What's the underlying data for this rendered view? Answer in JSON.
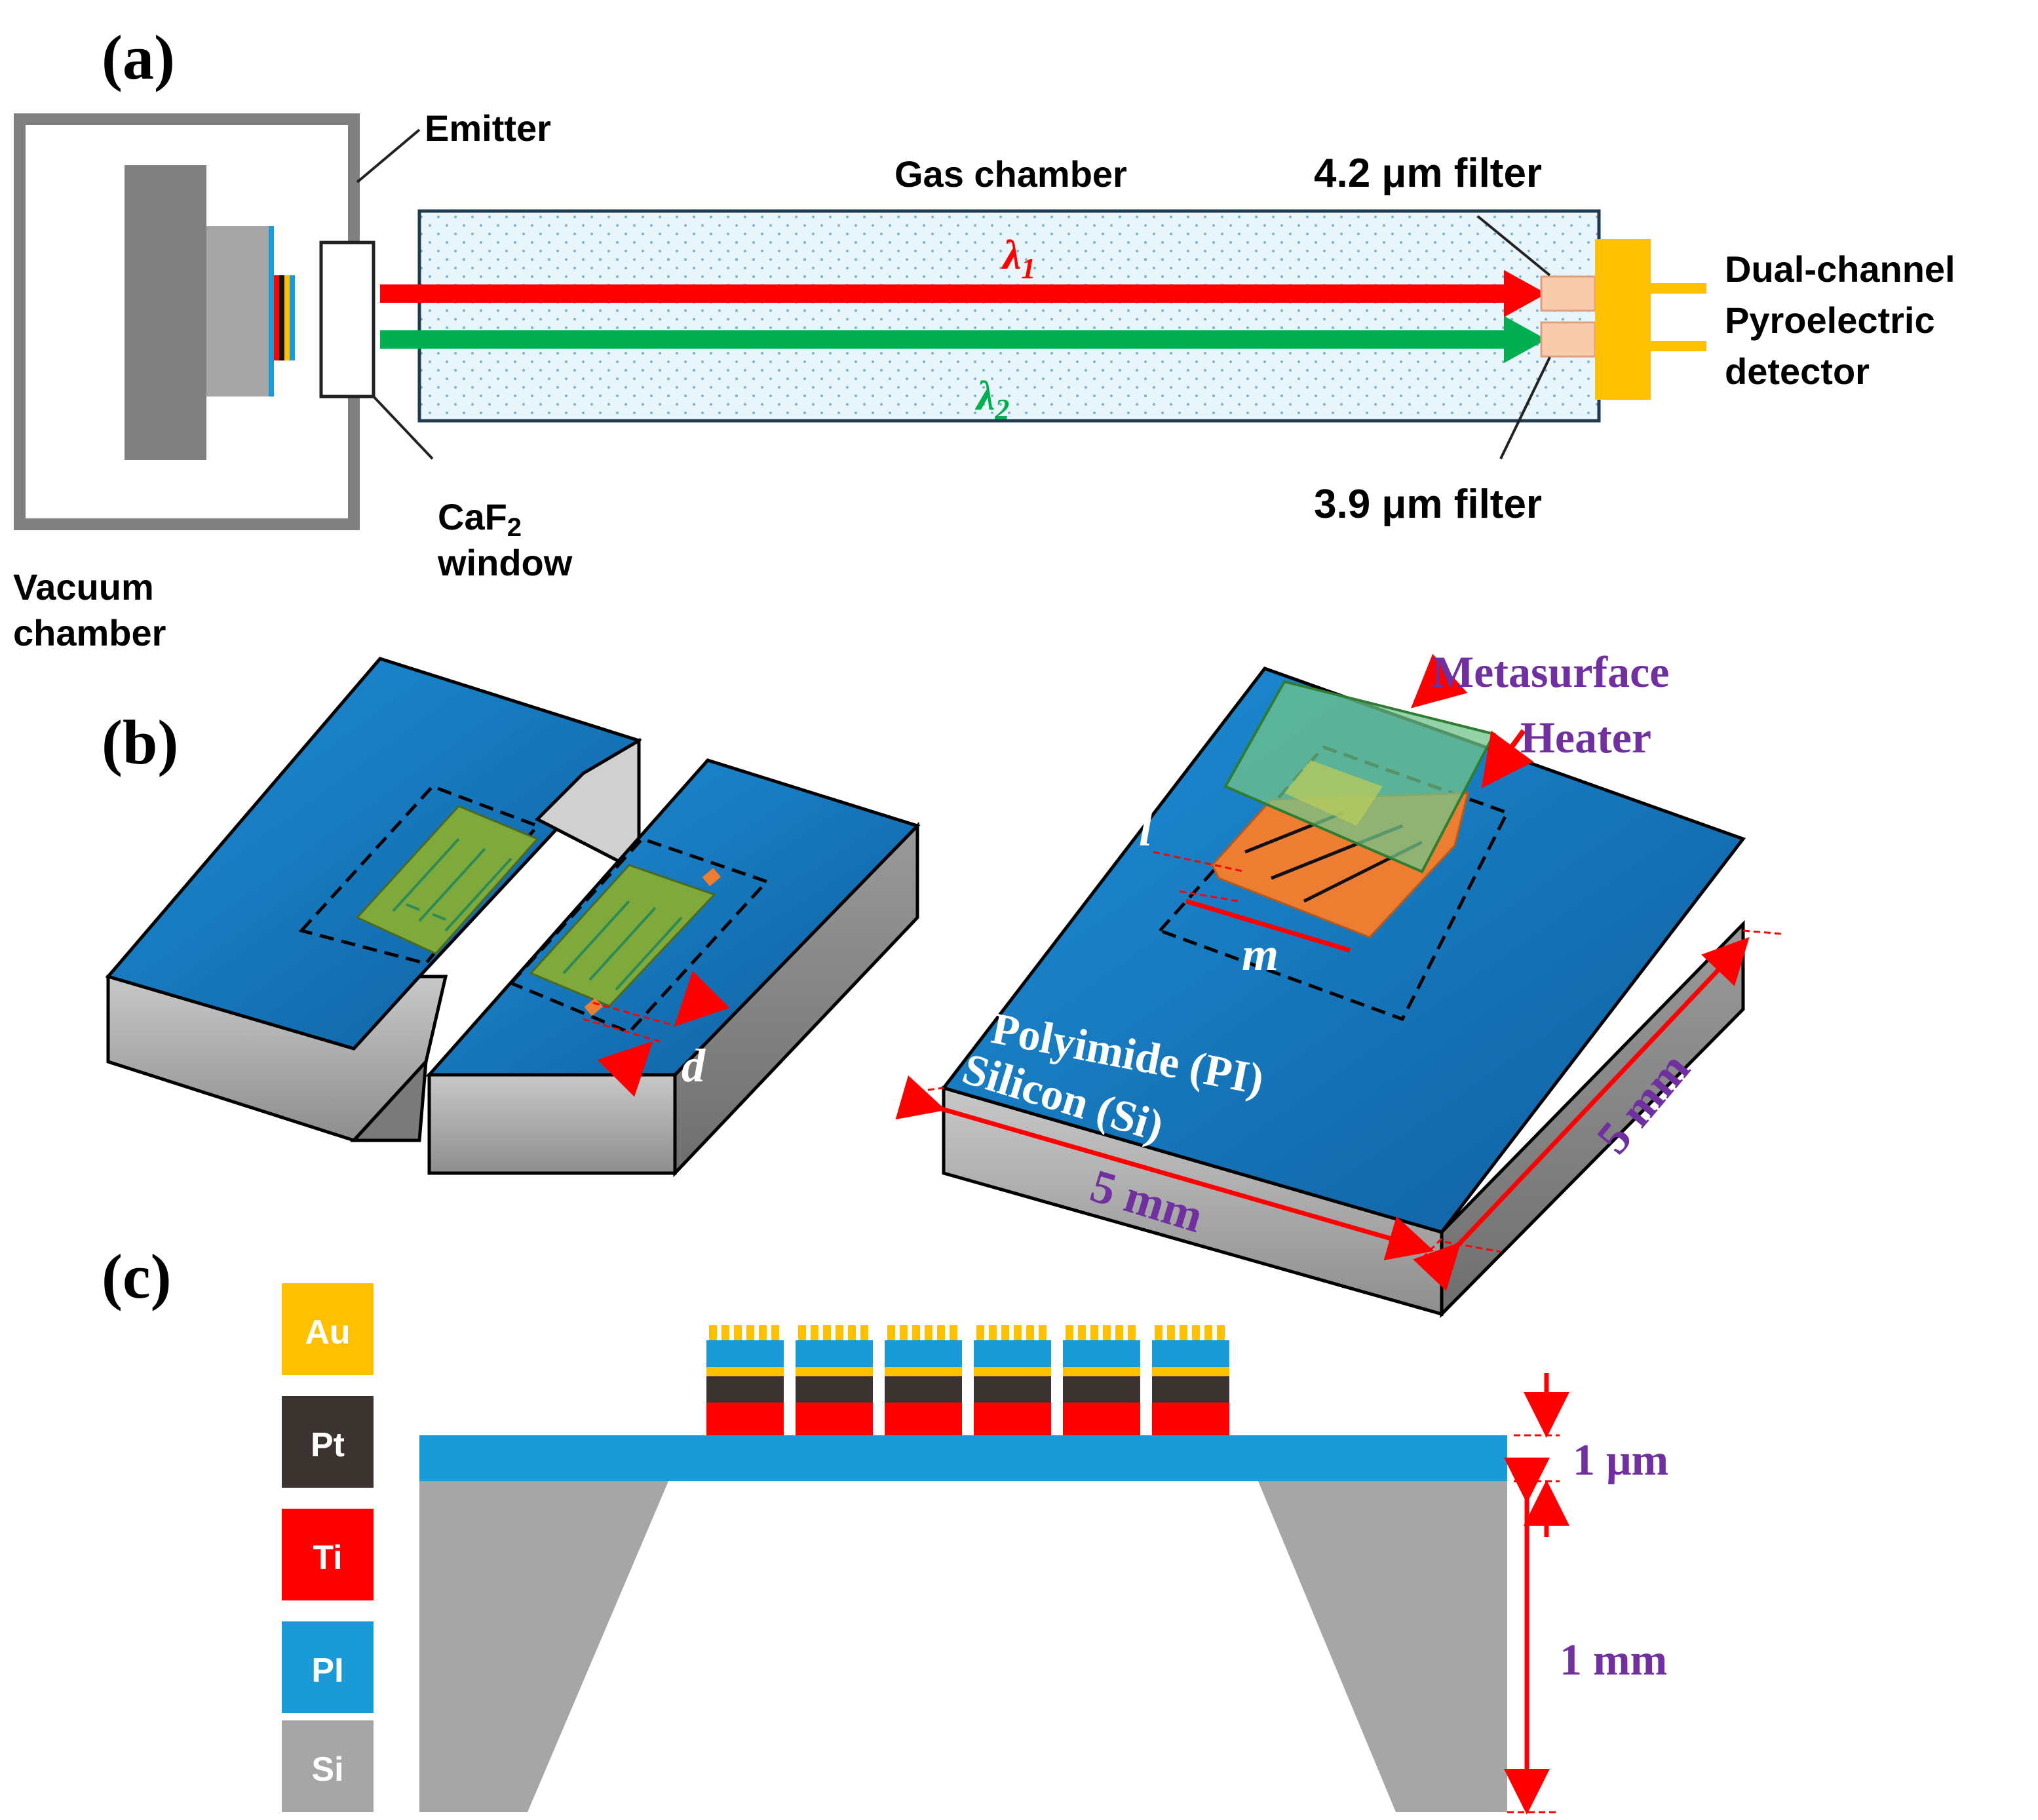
{
  "panels": {
    "a": {
      "label": "(a)",
      "vacuum_chamber": "Vacuum chamber",
      "emitter": "Emitter",
      "caf2_window": "CaF2 window",
      "gas_chamber": "Gas chamber",
      "filter_top": "4.2 μm filter",
      "filter_bottom": "3.9 μm filter",
      "lambda1": "λ1",
      "lambda2": "λ2",
      "detector_line1": "Dual-channel",
      "detector_line2": "Pyroelectric",
      "detector_line3": "detector"
    },
    "b": {
      "label": "(b)",
      "metasurface": "Metasurface",
      "heater": "Heater",
      "dim_l": "l",
      "dim_m": "m",
      "dim_d": "d",
      "polyimide": "Polyimide (PI)",
      "silicon": "Silicon (Si)",
      "width_label": "5 mm",
      "depth_label": "5 mm"
    },
    "c": {
      "label": "(c)",
      "legend": [
        {
          "name": "Au",
          "color": "#FFC000"
        },
        {
          "name": "Pt",
          "color": "#3A3330"
        },
        {
          "name": "Ti",
          "color": "#FF0000"
        },
        {
          "name": "PI",
          "color": "#1A9AD6"
        },
        {
          "name": "Si",
          "color": "#A6A6A6"
        }
      ],
      "thickness_pi": "1 μm",
      "thickness_si": "1 mm"
    }
  },
  "colors": {
    "lambda1": "#FF0000",
    "lambda2": "#00B050",
    "dimension": "#7030A0",
    "polyimide": "#1A7FC4",
    "detector": "#FFC000"
  }
}
